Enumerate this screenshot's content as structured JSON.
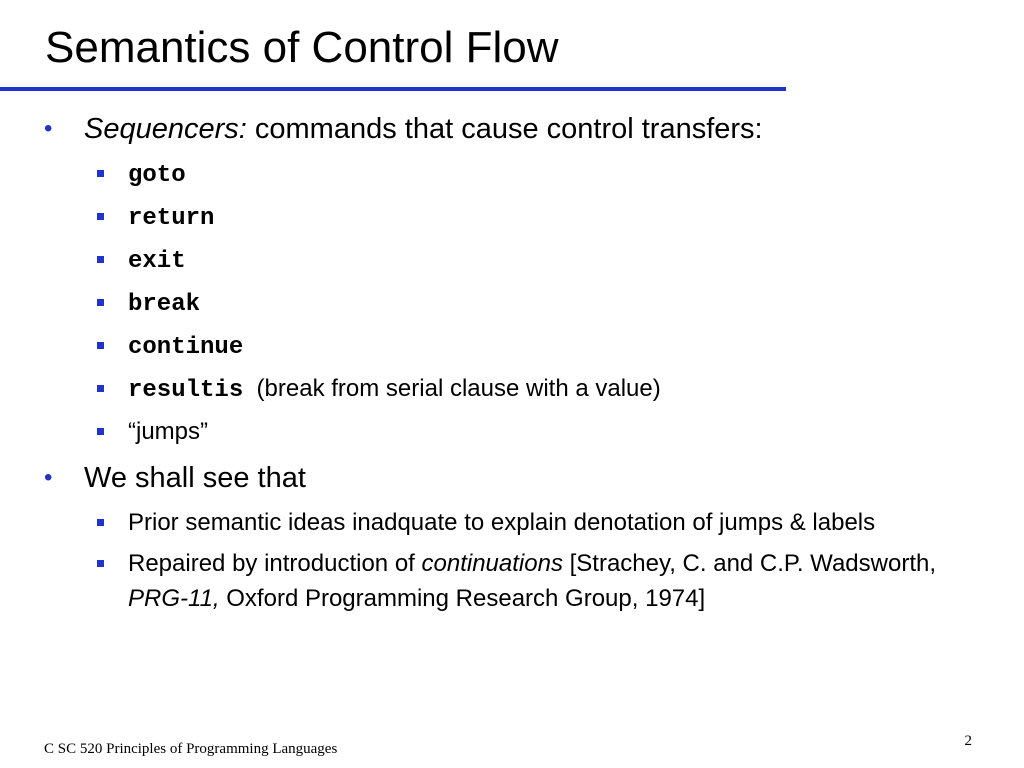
{
  "slide": {
    "title": "Semantics of Control Flow",
    "accent_color": "#2233cc",
    "bullets": [
      {
        "lead_italic": "Sequencers:",
        "text": " commands that cause control transfers:",
        "subitems": [
          {
            "code": "goto"
          },
          {
            "code": "return"
          },
          {
            "code": "exit"
          },
          {
            "code": "break"
          },
          {
            "code": "continue"
          },
          {
            "code": "resultis",
            "text": "  (break from serial clause with a value)"
          },
          {
            "text": "“jumps”"
          }
        ]
      },
      {
        "text": "We shall see that",
        "subitems": [
          {
            "text": "Prior semantic ideas inadquate to explain denotation of jumps & labels"
          },
          {
            "text_a": "Repaired by introduction of ",
            "italic_a": "continuations",
            "text_b": " [Strachey, C. and C.P. Wadsworth, ",
            "italic_b": "PRG-11,",
            "text_c": " Oxford Programming Research Group, 1974]"
          }
        ]
      }
    ]
  },
  "footer": {
    "course": "C SC 520 Principles of Programming Languages",
    "page_number": "2"
  }
}
